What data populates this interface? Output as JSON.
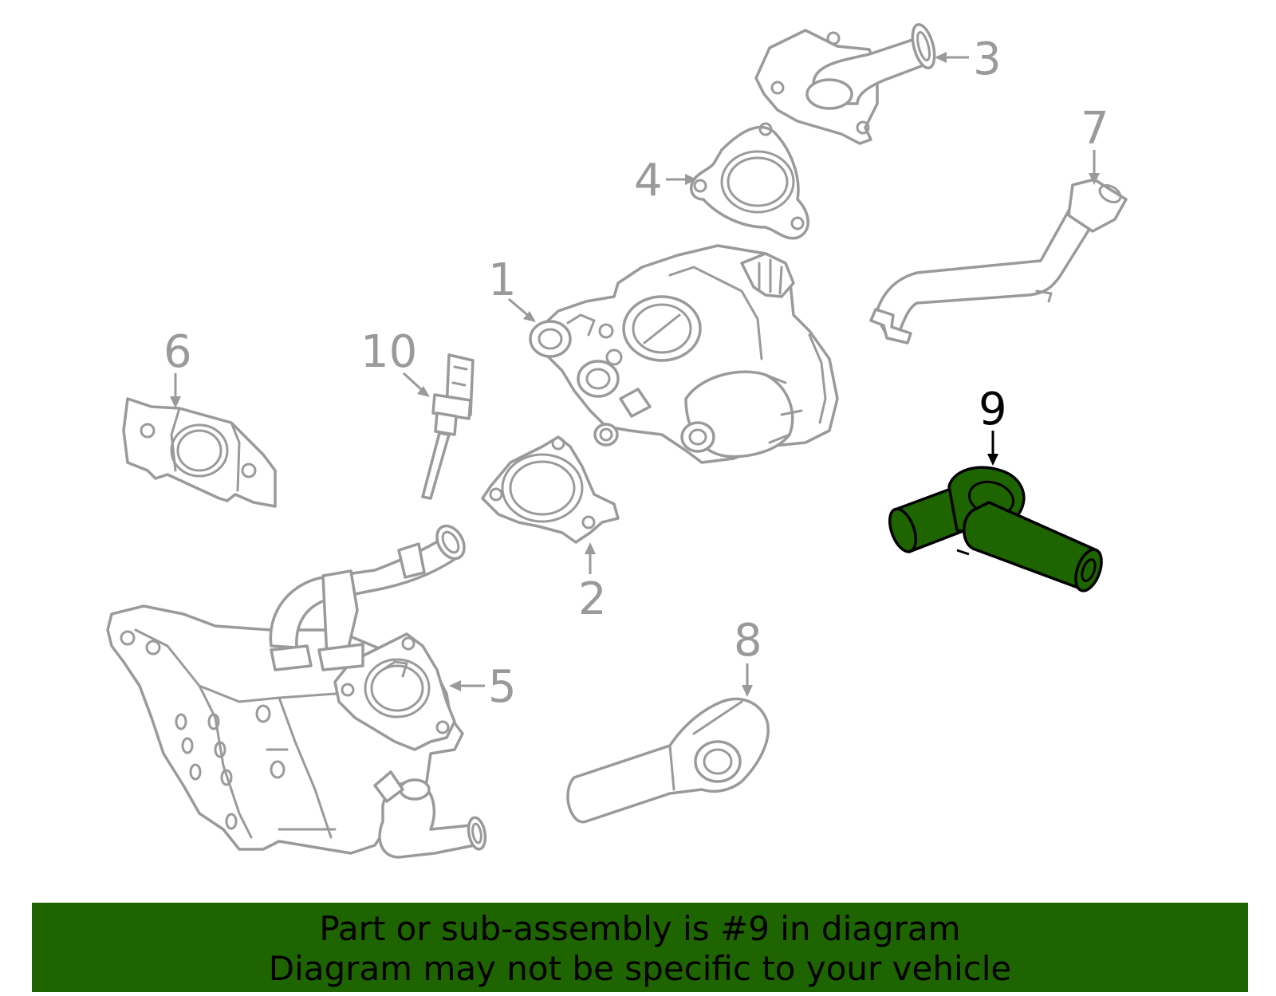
{
  "callouts": {
    "c1": "1",
    "c2": "2",
    "c3": "3",
    "c4": "4",
    "c5": "5",
    "c6": "6",
    "c7": "7",
    "c8": "8",
    "c9": "9",
    "c10": "10"
  },
  "highlighted_part": "9",
  "colors": {
    "highlight": "#1e6400",
    "part_outline": "#9a9a9a",
    "banner": "#1e6400"
  },
  "banner": {
    "line1": "Part or sub-assembly is #9 in diagram",
    "line2": "Diagram may not be specific to your vehicle"
  }
}
